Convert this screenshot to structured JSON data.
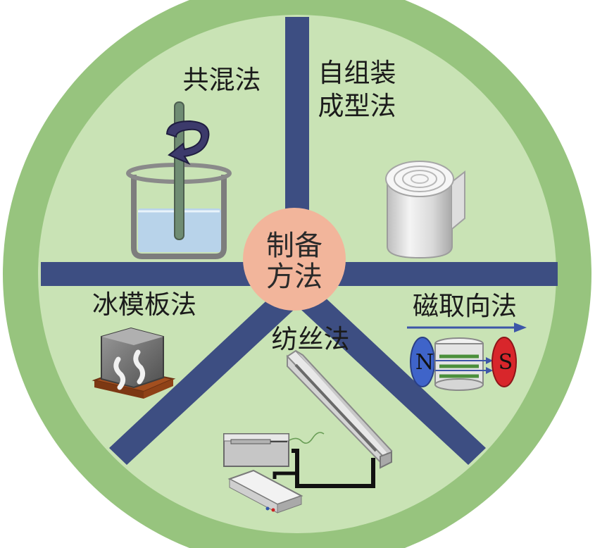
{
  "center": {
    "line1": "制备",
    "line2": "方法"
  },
  "methods": {
    "blending": "共混法",
    "self_assembly_line1": "自组装",
    "self_assembly_line2": "成型法",
    "ice_template": "冰模板法",
    "spinning": "纺丝法",
    "magnetic": "磁取向法"
  },
  "magnet": {
    "north": "N",
    "south": "S"
  },
  "colors": {
    "outer_ring": "#97c47e",
    "inner_disc": "#c9e3b5",
    "spokes": "#3d4e82",
    "center_disc": "#f2b59b",
    "liquid": "#b8d3ea",
    "north_pole": "#3f64c9",
    "south_pole": "#d8262b"
  }
}
